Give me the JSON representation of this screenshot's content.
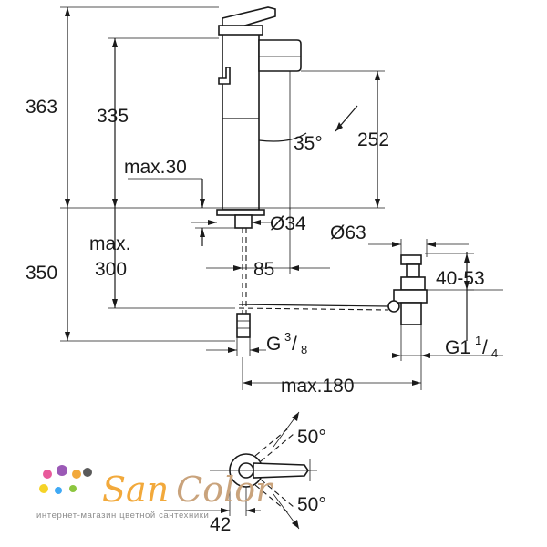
{
  "dimensions": {
    "h363": "363",
    "h335": "335",
    "h252": "252",
    "h350": "350",
    "max30": "max.30",
    "max300_a": "max.",
    "max300_b": "300",
    "angle35": "35°",
    "dia34": "Ø34",
    "dia63": "Ø63",
    "d85": "85",
    "r4053": "40-53",
    "g38_main": "G",
    "g38_num": "3",
    "g38_den": "8",
    "g114_main": "G1",
    "g114_num": "1",
    "g114_den": "4",
    "max180": "max.180",
    "angle50_top": "50°",
    "angle50_bottom": "50°",
    "d42": "42"
  },
  "watermark": {
    "brand_san": "San",
    "brand_color": "Color",
    "tagline": "интернет-магазин цветной сантехники",
    "colors": {
      "san": "#f2a93b",
      "color": "#c9a37c",
      "dot_pink": "#e85a9b",
      "dot_yellow": "#f5d327",
      "dot_green": "#8cc63f",
      "dot_blue": "#3fa9f5",
      "dot_purple": "#9b59b6",
      "dot_orange": "#f2a93b"
    }
  }
}
